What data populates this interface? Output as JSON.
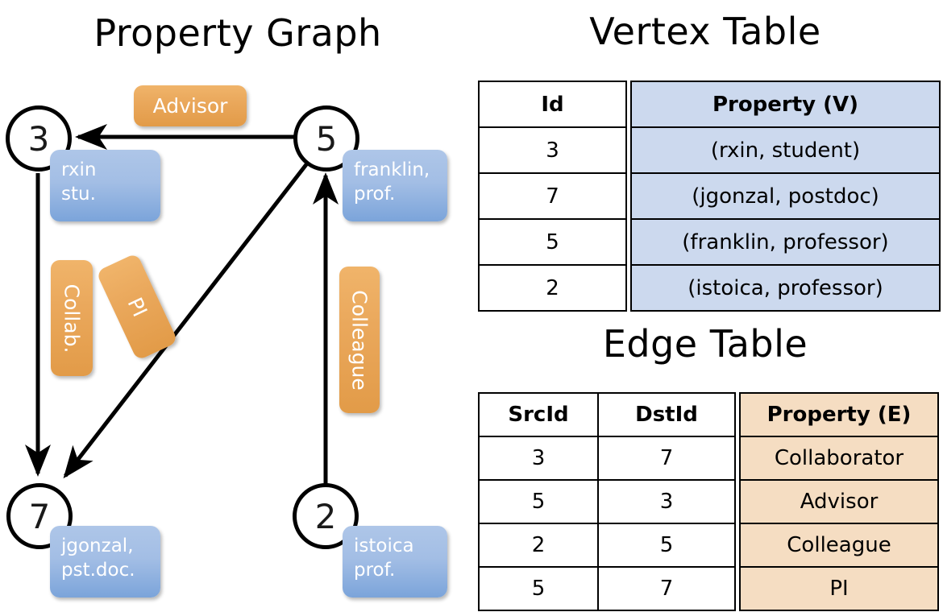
{
  "titles": {
    "property_graph": "Property Graph",
    "vertex_table": "Vertex Table",
    "edge_table": "Edge Table"
  },
  "graph": {
    "nodes": [
      {
        "id": "3",
        "label": "3",
        "property_lines": [
          "rxin",
          "stu."
        ]
      },
      {
        "id": "5",
        "label": "5",
        "property_lines": [
          "franklin,",
          "prof."
        ]
      },
      {
        "id": "7",
        "label": "7",
        "property_lines": [
          "jgonzal,",
          "pst.doc."
        ]
      },
      {
        "id": "2",
        "label": "2",
        "property_lines": [
          "istoica",
          "prof."
        ]
      }
    ],
    "edges": [
      {
        "src": "5",
        "dst": "3",
        "label": "Advisor"
      },
      {
        "src": "3",
        "dst": "7",
        "label": "Collab."
      },
      {
        "src": "5",
        "dst": "7",
        "label": "PI"
      },
      {
        "src": "2",
        "dst": "5",
        "label": "Colleague"
      }
    ],
    "colors": {
      "vertex_box": "#8cb0df",
      "edge_label_box": "#eaa85c",
      "node_stroke": "#000000",
      "arrow": "#000000"
    }
  },
  "vertex_table": {
    "headers": [
      "Id",
      "Property (V)"
    ],
    "rows": [
      {
        "id": "3",
        "property": "(rxin, student)"
      },
      {
        "id": "7",
        "property": "(jgonzal, postdoc)"
      },
      {
        "id": "5",
        "property": "(franklin, professor)"
      },
      {
        "id": "2",
        "property": "(istoica, professor)"
      }
    ],
    "property_fill": "#ccd9ee"
  },
  "edge_table": {
    "headers": [
      "SrcId",
      "DstId",
      "Property (E)"
    ],
    "rows": [
      {
        "src": "3",
        "dst": "7",
        "property": "Collaborator"
      },
      {
        "src": "5",
        "dst": "3",
        "property": "Advisor"
      },
      {
        "src": "2",
        "dst": "5",
        "property": "Colleague"
      },
      {
        "src": "5",
        "dst": "7",
        "property": "PI"
      }
    ],
    "property_fill": "#f5ddc2"
  }
}
